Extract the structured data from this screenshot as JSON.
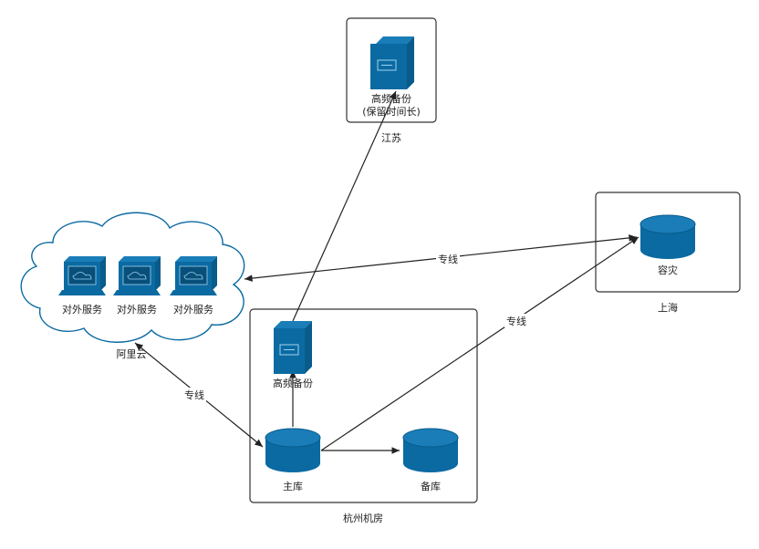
{
  "colors": {
    "node_fill": "#0b6aa2",
    "node_dark": "#085b8a",
    "db_top": "#1a7db8",
    "line": "#222222",
    "box": "#333333"
  },
  "regions": {
    "jiangsu": {
      "label": "江苏"
    },
    "aliyun": {
      "label": "阿里云"
    },
    "shanghai": {
      "label": "上海"
    },
    "hangzhou": {
      "label": "杭州机房"
    }
  },
  "nodes": {
    "remote_backup": {
      "label_line1": "高频备份",
      "label_line2": "(保留时间长)",
      "icon": "server-icon"
    },
    "service1": {
      "label": "对外服务",
      "icon": "computer-icon"
    },
    "service2": {
      "label": "对外服务",
      "icon": "computer-icon"
    },
    "service3": {
      "label": "对外服务",
      "icon": "computer-icon"
    },
    "disaster_recovery": {
      "label": "容灾",
      "icon": "database-icon"
    },
    "local_backup": {
      "label": "高频备份",
      "icon": "server-icon"
    },
    "master_db": {
      "label": "主库",
      "icon": "database-icon"
    },
    "standby_db": {
      "label": "备库",
      "icon": "database-icon"
    }
  },
  "edges": {
    "dedicated_line_shanghai": {
      "label": "专线"
    },
    "dedicated_line_aliyun": {
      "label": "专线"
    },
    "dedicated_line_master_dr": {
      "label": "专线"
    }
  }
}
